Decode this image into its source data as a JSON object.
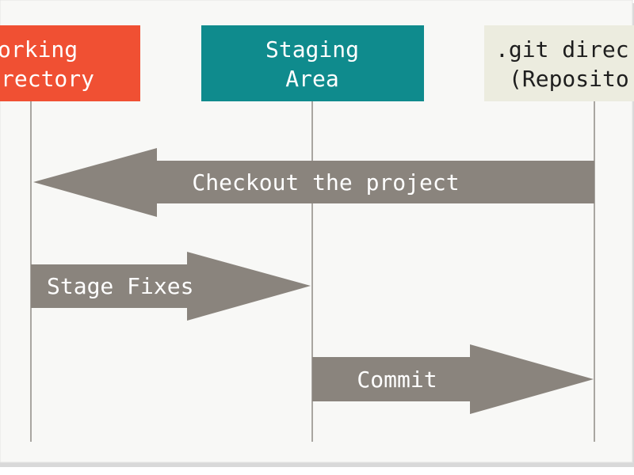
{
  "columns": {
    "working_directory": {
      "line1": "orking",
      "line2": "rectory",
      "color": "#f05033"
    },
    "staging_area": {
      "line1": "Staging",
      "line2": "Area",
      "color": "#0f8b8d"
    },
    "git_directory": {
      "line1": ".git direc",
      "line2": "(Reposito",
      "color": "#ececdf"
    }
  },
  "arrows": {
    "checkout": {
      "label": "Checkout the project",
      "color": "#8a847d"
    },
    "stage_fixes": {
      "label": "Stage Fixes",
      "color": "#8a847d"
    },
    "commit": {
      "label": "Commit",
      "color": "#8a847d"
    }
  },
  "colors": {
    "background": "#f8f8f6",
    "timeline": "#a9a6a1",
    "header_text_light": "#ffffff",
    "header_text_dark": "#1e1e1e",
    "arrow_text": "#ffffff"
  }
}
